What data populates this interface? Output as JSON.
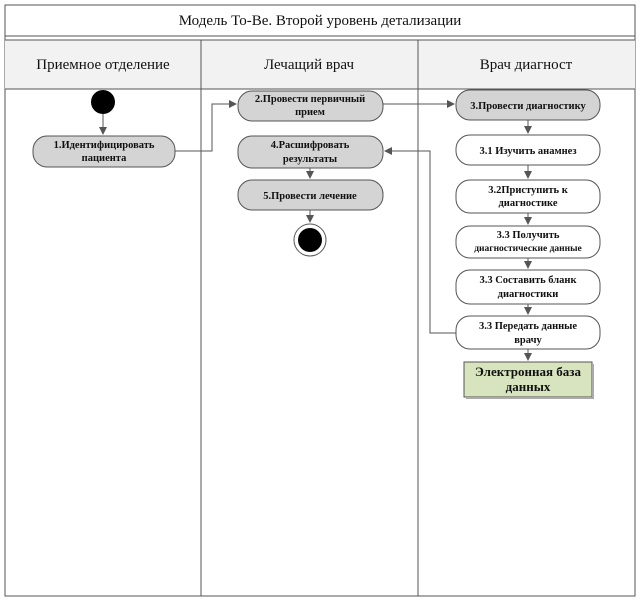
{
  "title": "Модель To-Be. Второй уровень детализации",
  "lanes": [
    "Приемное отделение",
    "Лечащий врач",
    "Врач диагност"
  ],
  "activities": {
    "a1": [
      "1.Идентифицировать",
      "пациента"
    ],
    "a2": [
      "2.Провести первичный",
      "прием"
    ],
    "a3": [
      "3.Провести диагностику"
    ],
    "a4": [
      "4.Расшифровать",
      "результаты"
    ],
    "a5": [
      "5.Провести лечение"
    ],
    "a31": [
      "3.1 Изучить анамнез"
    ],
    "a32": [
      "3.2Приступить к",
      "диагностике"
    ],
    "a33a": [
      "3.3 Получить",
      "диагностические данные"
    ],
    "a33b": [
      "3.3 Составить бланк",
      "диагностики"
    ],
    "a33c": [
      "3.3 Передать данные",
      "врачу"
    ]
  },
  "database": [
    "Электронная база",
    "данных"
  ],
  "colors": {
    "grey_fill": "#d4d4d4",
    "white_fill": "#ffffff",
    "db_fill": "#d7e4bd",
    "stroke": "#555555",
    "header_bg": "#f2f2f2"
  }
}
